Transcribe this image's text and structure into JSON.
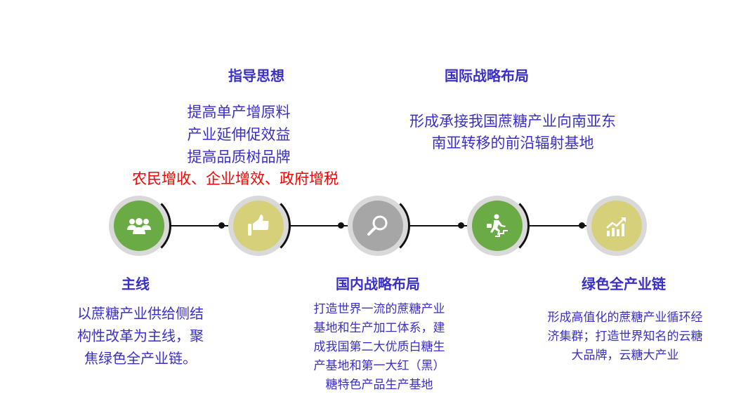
{
  "headings": {
    "guiding": "指导思想",
    "international": "国际战略布局",
    "mainline": "主线",
    "domestic": "国内战略布局",
    "green": "绿色全产业链"
  },
  "guiding_lines": [
    "提高单产增原料",
    "产业延伸促效益",
    "提高品质树品牌"
  ],
  "guiding_red": "农民增收、企业增效、政府增税",
  "international_lines": [
    "形成承接我国蔗糖产业向南亚东",
    "南亚转移的前沿辐射基地"
  ],
  "mainline_lines": [
    "以蔗糖产业供给侧结",
    "构性改革为主线，聚",
    "焦绿色全产业链。"
  ],
  "domestic_lines": [
    "打造世界一流的蔗糖产业",
    "基地和生产加工体系，建",
    "成我国第二大优质白糖生",
    "产基地和第一大红（黑）",
    "糖特色产品生产基地"
  ],
  "green_lines": [
    "形成高值化的蔗糖产业循环经",
    "济集群；打造世界知名的云糖",
    "大品牌，云糖大产业"
  ],
  "nodes": [
    {
      "icon": "people-icon",
      "color": "#6aab45"
    },
    {
      "icon": "thumbs-up-icon",
      "color": "#d6d07a"
    },
    {
      "icon": "magnifier-icon",
      "color": "#a6a6a6"
    },
    {
      "icon": "stairs-runner-icon",
      "color": "#6aab45"
    },
    {
      "icon": "growth-chart-icon",
      "color": "#d6d07a"
    }
  ]
}
